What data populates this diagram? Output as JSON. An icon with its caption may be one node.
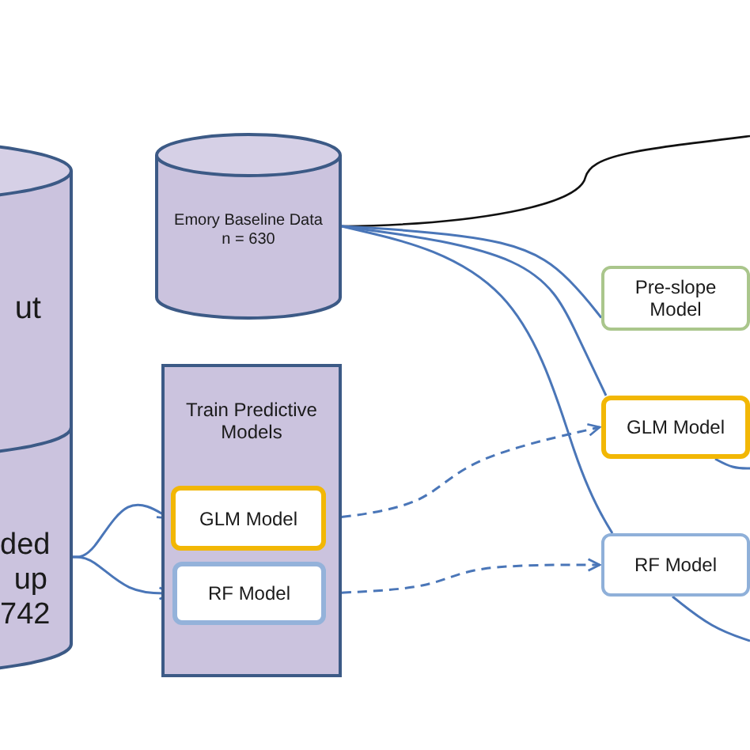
{
  "diagram": {
    "nodes": [
      {
        "text": [
          "ut"
        ]
      },
      {
        "text": [
          "ded up 742"
        ]
      },
      {
        "text": [
          "Emory Baseline Data n = 630"
        ]
      },
      {
        "text": [
          "Train Predictive Models"
        ]
      },
      {
        "text": [
          "GLM Model"
        ],
        "in": 3
      },
      {
        "text": [
          "RF Model"
        ],
        "in": 3
      },
      {
        "text": [
          "Pre-slope Model"
        ]
      },
      {
        "text": [
          "GLM Model"
        ]
      },
      {
        "text": [
          "RF Model"
        ]
      }
    ],
    "edges": [
      {
        "from": 1,
        "to": 4,
        "arrow": "to"
      },
      {
        "from": 1,
        "to": 5,
        "arrow": "to"
      },
      {
        "from": 2,
        "to": 6,
        "arrow": "none"
      },
      {
        "from": 2,
        "to": 7,
        "arrow": "none"
      },
      {
        "from": 2,
        "to": 8,
        "arrow": "none"
      },
      {
        "from": 4,
        "to": 7,
        "arrow": "to",
        "style": "dashed"
      },
      {
        "from": 5,
        "to": 8,
        "arrow": "to",
        "style": "dashed"
      },
      {
        "from": 7,
        "to": null,
        "arrow": "none"
      },
      {
        "from": 8,
        "to": null,
        "arrow": "none"
      }
    ]
  }
}
